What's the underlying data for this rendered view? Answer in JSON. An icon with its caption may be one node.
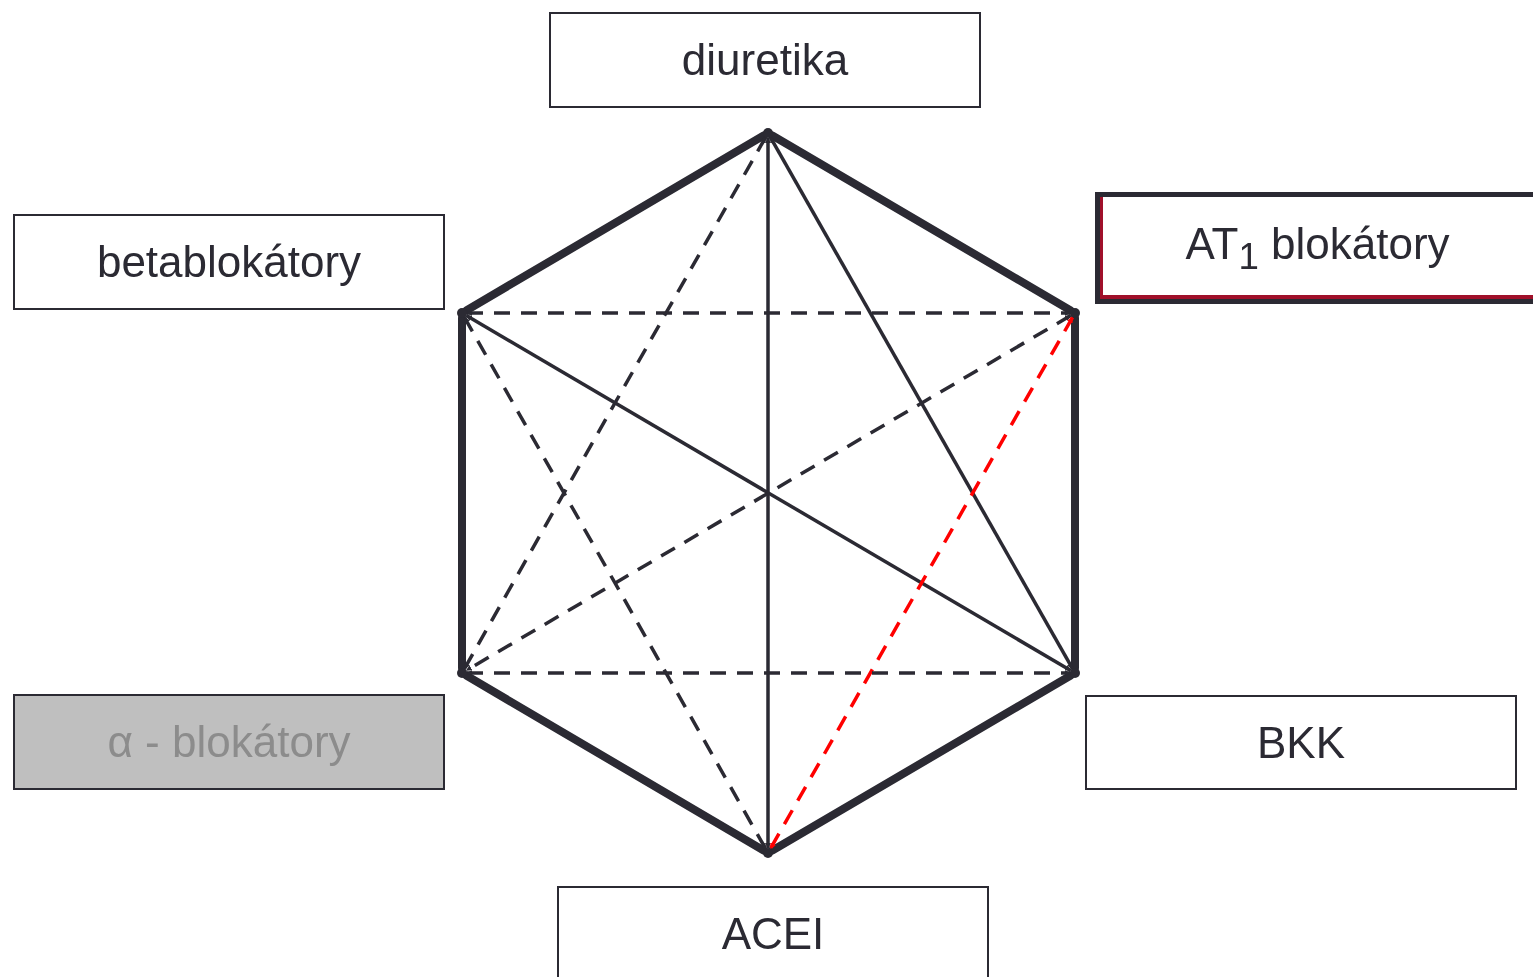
{
  "diagram": {
    "nodes": [
      {
        "text": [
          "diuretika"
        ]
      },
      {
        "text": [
          "betablokátory"
        ]
      },
      {
        "text": [
          "AT$_{1}$ blokátory"
        ]
      },
      {
        "text": [
          "α - blokátory"
        ]
      },
      {
        "text": [
          "BKK"
        ]
      },
      {
        "text": [
          "ACEI"
        ]
      },
      {
        "text": [],
        "shape": "dot"
      },
      {
        "text": [],
        "shape": "dot"
      },
      {
        "text": [],
        "shape": "dot"
      },
      {
        "text": [],
        "shape": "dot"
      },
      {
        "text": [],
        "shape": "dot"
      },
      {
        "text": [],
        "shape": "dot"
      }
    ],
    "edges": [
      {
        "from": 6,
        "to": 7,
        "arrow": "none",
        "style": "thick"
      },
      {
        "from": 6,
        "to": 8,
        "arrow": "none",
        "style": "thick"
      },
      {
        "from": 7,
        "to": 9,
        "arrow": "none",
        "style": "thick"
      },
      {
        "from": 8,
        "to": 10,
        "arrow": "none",
        "style": "thick"
      },
      {
        "from": 9,
        "to": 11,
        "arrow": "none",
        "style": "thick"
      },
      {
        "from": 10,
        "to": 11,
        "arrow": "none",
        "style": "thick"
      },
      {
        "from": 6,
        "to": 11,
        "arrow": "both"
      },
      {
        "from": 6,
        "to": 9,
        "arrow": "both",
        "style": "dashed"
      },
      {
        "from": 6,
        "to": 10,
        "arrow": "both"
      },
      {
        "from": 7,
        "to": 8,
        "arrow": "both",
        "style": "dashed"
      },
      {
        "from": 7,
        "to": 10,
        "arrow": "both"
      },
      {
        "from": 7,
        "to": 11,
        "arrow": "both",
        "style": "dashed"
      },
      {
        "from": 8,
        "to": 9,
        "arrow": "both",
        "style": "dashed"
      },
      {
        "from": 8,
        "to": 11,
        "arrow": "both",
        "style": "dashed",
        "color": "#ff0000"
      },
      {
        "from": 9,
        "to": 10,
        "arrow": "both",
        "style": "dashed"
      }
    ]
  }
}
